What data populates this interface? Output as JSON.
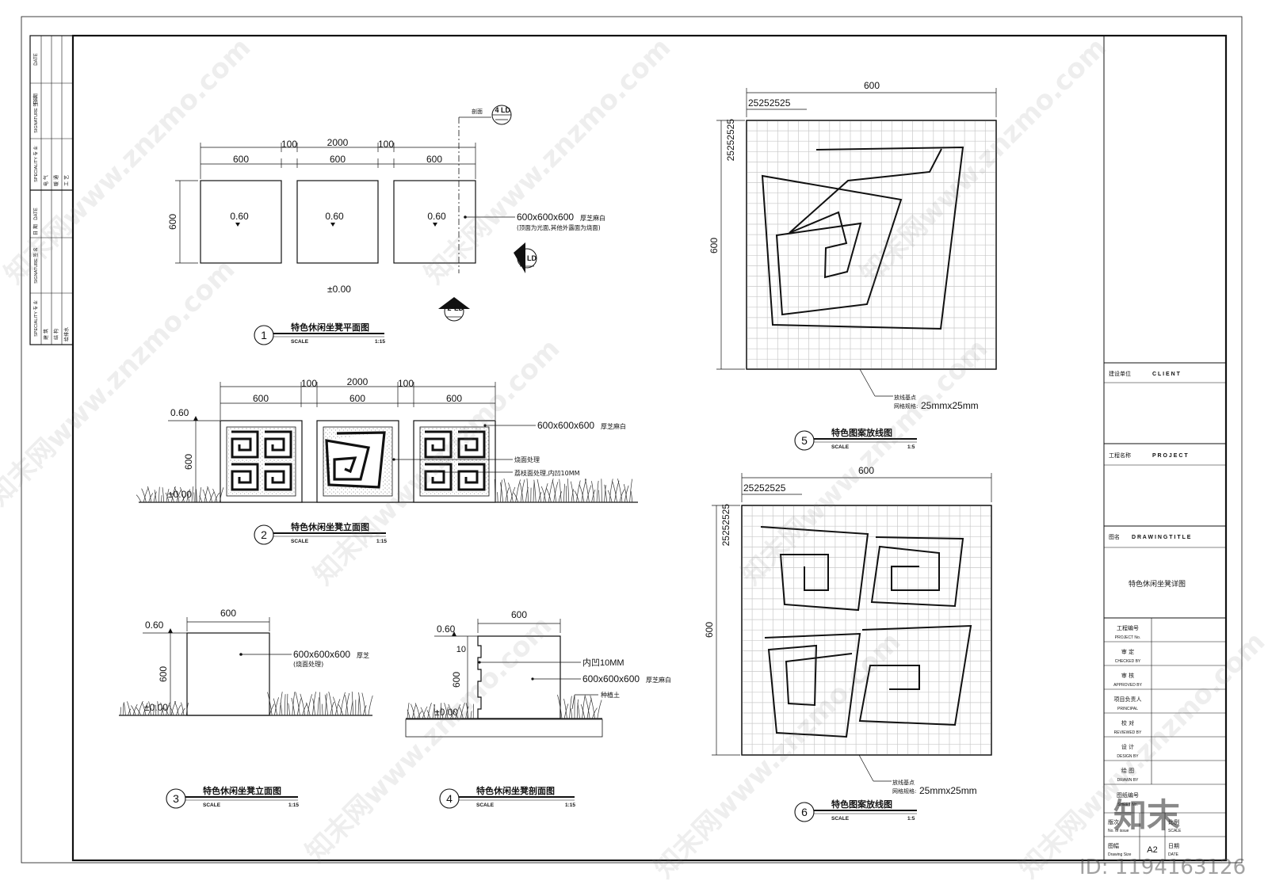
{
  "revision_block": {
    "headers": [
      "DATE",
      "日 期",
      "SIGNATURE 签 名",
      "SPECIALITY 专 业",
      "DATE",
      "日 期",
      "SIGNATURE 签 名",
      "SPECIALITY 专 业"
    ],
    "disciplines_top": [
      "电 气",
      "暖 通",
      "工 艺"
    ],
    "disciplines_bottom": [
      "建 筑",
      "结 构",
      "给排水"
    ]
  },
  "title_block": {
    "client_label": "建设单位",
    "client_value": "C L I E N T",
    "project_label": "工程名称",
    "project_value": "P R O J E C T",
    "drawing_label": "图名",
    "drawing_value": "D R A W I N G T I T L E",
    "drawing_name": "特色休闲坐凳详图",
    "rows": [
      {
        "cn": "工程编号",
        "en": "PROJECT No."
      },
      {
        "cn": "审 定",
        "en": "CHECKED BY"
      },
      {
        "cn": "审 核",
        "en": "APPROVED BY"
      },
      {
        "cn": "项目负责人",
        "en": "PRINCIPAL"
      },
      {
        "cn": "校 对",
        "en": "REVIEWED BY"
      },
      {
        "cn": "设 计",
        "en": "DESIGN BY"
      },
      {
        "cn": "绘 图",
        "en": "DRAWN BY"
      },
      {
        "cn": "图纸编号",
        "en": "SHEET No."
      }
    ],
    "version_label": "版次",
    "version_en": "No. of issue",
    "scale_label": "比例",
    "scale_en": "SCALE",
    "size_label": "图幅",
    "size_en": "Drawing Size",
    "size_value": "A2",
    "date_label": "日期",
    "date_en": "DATE"
  },
  "views": {
    "v1": {
      "num": "1",
      "title": "特色休闲坐凳平面图",
      "scale_label": "SCALE",
      "scale": "1:15"
    },
    "v2": {
      "num": "2",
      "title": "特色休闲坐凳立面图",
      "scale_label": "SCALE",
      "scale": "1:15"
    },
    "v3": {
      "num": "3",
      "title": "特色休闲坐凳立面图",
      "scale_label": "SCALE",
      "scale": "1:15"
    },
    "v4": {
      "num": "4",
      "title": "特色休闲坐凳剖面图",
      "scale_label": "SCALE",
      "scale": "1:15"
    },
    "v5": {
      "num": "5",
      "title": "特色图案放线图",
      "scale_label": "SCALE",
      "scale": "1:5"
    },
    "v6": {
      "num": "6",
      "title": "特色图案放线图",
      "scale_label": "SCALE",
      "scale": "1:5"
    }
  },
  "dims": {
    "d100": "100",
    "d2000": "2000",
    "d600": "600",
    "d10": "10",
    "d25": "25252525",
    "lvl060": "0.60",
    "lvl000": "±0.00"
  },
  "notes": {
    "stone": "600x600x600",
    "stone_suffix": "厚芝麻白",
    "stone_short_suffix": "厚芝",
    "plan_sub": "(顶面为光面,其他外露面为烧面)",
    "burn_face": "烧面处理",
    "burn_face_paren": "(烧面处理)",
    "litchi": "荔枝面处理,内凹10MM",
    "recess": "内凹10MM",
    "soil": "种植土",
    "grid_note_1": "放线基点",
    "grid_note_2": "网格规格:",
    "grid_size": "25mmx25mm",
    "section_mark": "剖面",
    "ld": "LD",
    "callout_2": "2",
    "callout_3": "3",
    "callout_4": "4"
  },
  "watermark": {
    "brand": "知末网www.znzmo.com",
    "logo": "知末",
    "id": "ID: 1194163126"
  }
}
